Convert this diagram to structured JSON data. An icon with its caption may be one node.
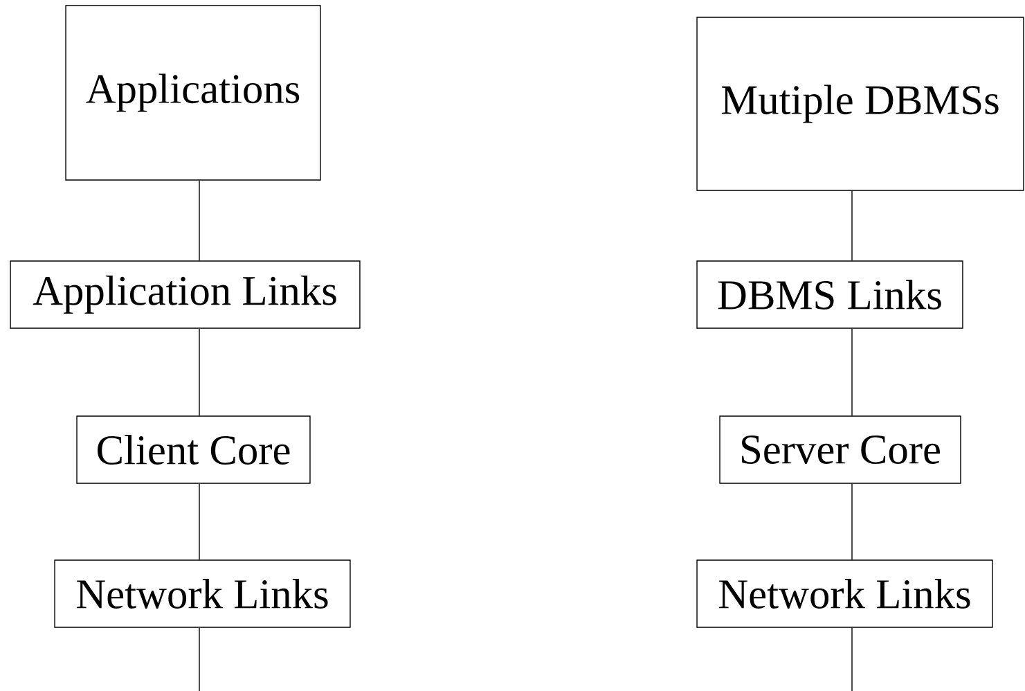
{
  "diagram": {
    "nodes": [
      {
        "text": [
          "Applications"
        ]
      },
      {
        "text": [
          "Application Links"
        ]
      },
      {
        "text": [
          "Client Core"
        ]
      },
      {
        "text": [
          "Network Links"
        ]
      },
      {
        "text": [
          "Mutiple DBMSs"
        ]
      },
      {
        "text": [
          "DBMS Links"
        ]
      },
      {
        "text": [
          "Server Core"
        ]
      },
      {
        "text": [
          "Network Links"
        ]
      }
    ],
    "edges": [
      {
        "from": 0,
        "to": 1,
        "arrow": "none"
      },
      {
        "from": 1,
        "to": 2,
        "arrow": "none"
      },
      {
        "from": 2,
        "to": 3,
        "arrow": "none"
      },
      {
        "from": 3,
        "to": null,
        "arrow": "none"
      },
      {
        "from": 4,
        "to": 5,
        "arrow": "none"
      },
      {
        "from": 5,
        "to": 6,
        "arrow": "none"
      },
      {
        "from": 6,
        "to": 7,
        "arrow": "none"
      },
      {
        "from": 7,
        "to": null,
        "arrow": "none"
      }
    ]
  }
}
